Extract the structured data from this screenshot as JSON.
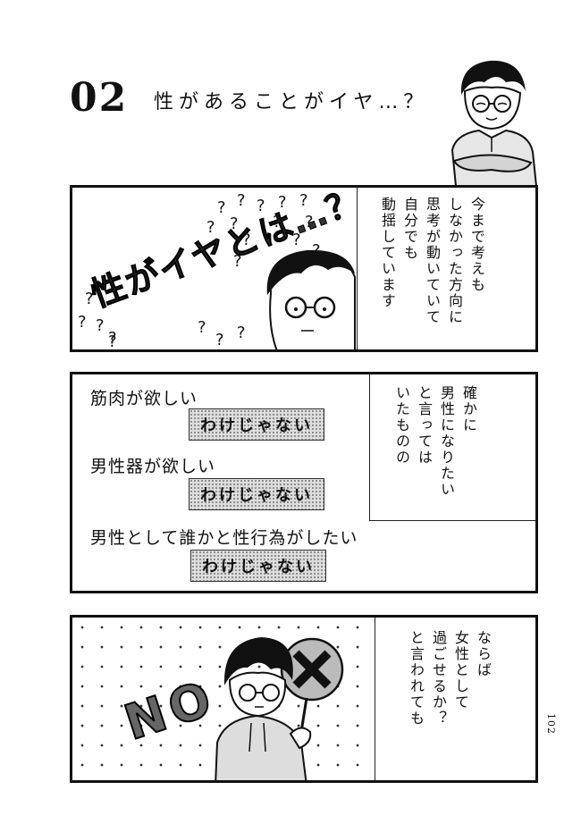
{
  "header": {
    "number": "02",
    "title": "性があることがイヤ…？"
  },
  "panel1": {
    "drawn_text": "性がイヤとは…？",
    "narration": "今まで考えも\nしなかった方向に\n思考が動いていて\n自分でも\n動揺しています"
  },
  "panel2": {
    "narration": "確かに\n男性になりたい\nと言っては\nいたものの",
    "items": [
      {
        "text": "筋肉が欲しい",
        "tag": "わけじゃない"
      },
      {
        "text": "男性器が欲しい",
        "tag": "わけじゃない"
      },
      {
        "text": "男性として誰かと性行為がしたい",
        "tag": "わけじゃない"
      }
    ]
  },
  "panel3": {
    "drawn_text": "NO",
    "narration": "ならば\n女性として\n過ごせるか？\nと言われても"
  },
  "page_number": "102"
}
